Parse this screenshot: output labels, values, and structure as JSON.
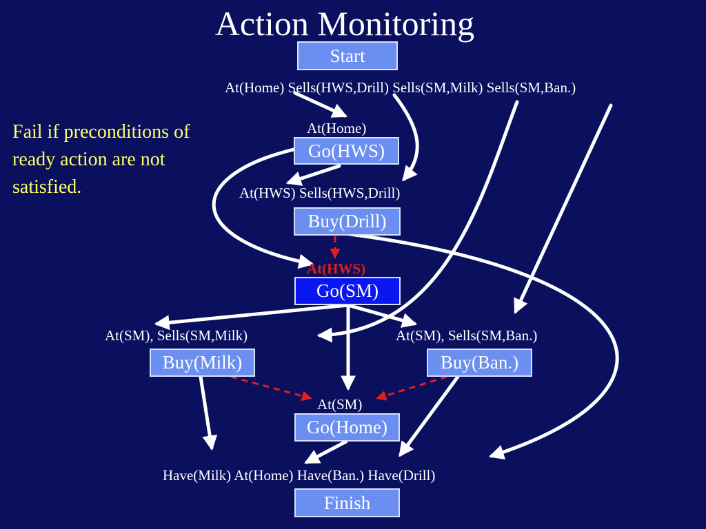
{
  "title": "Action Monitoring",
  "note": "Fail if preconditions of ready action are not satisfied.",
  "actions": {
    "start": "Start",
    "go_hws": "Go(HWS)",
    "buy_drill": "Buy(Drill)",
    "go_sm": "Go(SM)",
    "buy_milk": "Buy(Milk)",
    "buy_ban": "Buy(Ban.)",
    "go_home": "Go(Home)",
    "finish": "Finish"
  },
  "conditions": {
    "start_effects": "At(Home) Sells(HWS,Drill) Sells(SM,Milk) Sells(SM,Ban.)",
    "go_hws_pre": "At(Home)",
    "buy_drill_pre": "At(HWS) Sells(HWS,Drill)",
    "go_sm_pre": "At(HWS)",
    "buy_milk_pre": "At(SM), Sells(SM,Milk)",
    "buy_ban_pre": "At(SM), Sells(SM,Ban.)",
    "go_home_pre": "At(SM)",
    "finish_pre": "Have(Milk) At(Home) Have(Ban.) Have(Drill)"
  },
  "colors": {
    "background": "#0a0f5e",
    "action_box": "#6b8ff0",
    "active_action": "#0b17f0",
    "note_text": "#ffff66",
    "failed_condition": "#e0201c",
    "arrow": "#ffffff"
  }
}
